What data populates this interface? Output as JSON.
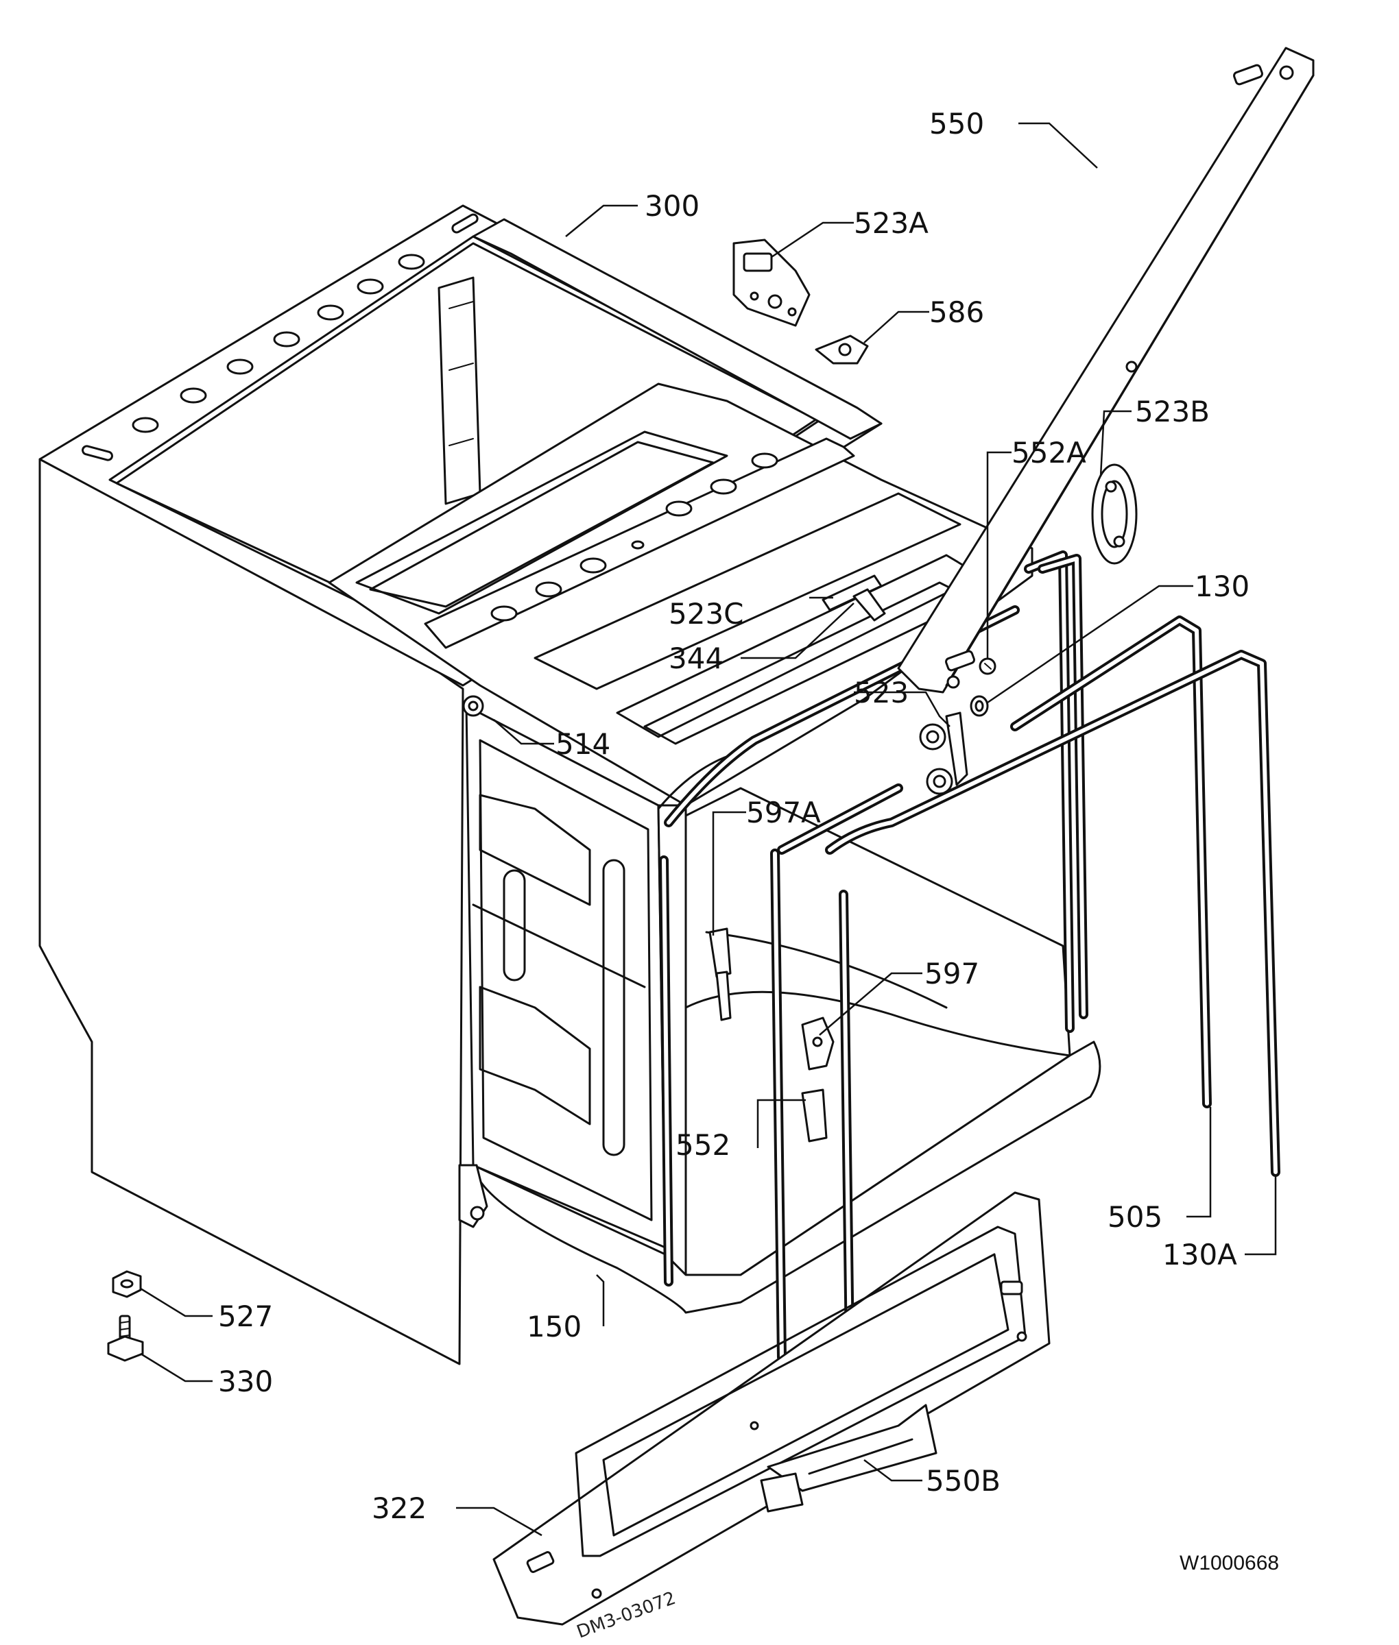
{
  "drawing_code": "W1000668",
  "handwritten_note": "DM3-03072",
  "part_labels": {
    "p550": "550",
    "p300": "300",
    "p523A": "523A",
    "p586": "586",
    "p523B": "523B",
    "p552A": "552A",
    "p130": "130",
    "p523C": "523C",
    "p344": "344",
    "p523": "523",
    "p514": "514",
    "p597A": "597A",
    "p597": "597",
    "p552": "552",
    "p505": "505",
    "p130A": "130A",
    "p527": "527",
    "p150": "150",
    "p330": "330",
    "p322": "322",
    "p550B": "550B"
  }
}
